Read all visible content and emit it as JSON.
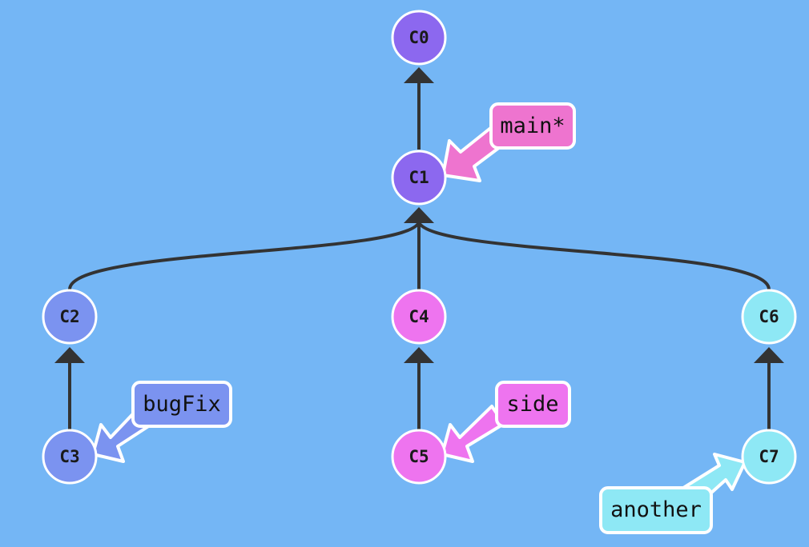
{
  "commits": [
    {
      "id": "C0",
      "label": "C0",
      "color": "#8c68ef"
    },
    {
      "id": "C1",
      "label": "C1",
      "color": "#8c68ef"
    },
    {
      "id": "C2",
      "label": "C2",
      "color": "#7b93f0"
    },
    {
      "id": "C3",
      "label": "C3",
      "color": "#7b93f0"
    },
    {
      "id": "C4",
      "label": "C4",
      "color": "#ee74ef"
    },
    {
      "id": "C5",
      "label": "C5",
      "color": "#ee74ef"
    },
    {
      "id": "C6",
      "label": "C6",
      "color": "#8ee8f5"
    },
    {
      "id": "C7",
      "label": "C7",
      "color": "#8ee8f5"
    }
  ],
  "edges": [
    {
      "from": "C1",
      "to": "C0"
    },
    {
      "from": "C2",
      "to": "C1"
    },
    {
      "from": "C4",
      "to": "C1"
    },
    {
      "from": "C6",
      "to": "C1"
    },
    {
      "from": "C3",
      "to": "C2"
    },
    {
      "from": "C5",
      "to": "C4"
    },
    {
      "from": "C7",
      "to": "C6"
    }
  ],
  "branches": [
    {
      "name": "main*",
      "target": "C1",
      "color": "#ee74cf"
    },
    {
      "name": "bugFix",
      "target": "C3",
      "color": "#7b93f0"
    },
    {
      "name": "side",
      "target": "C5",
      "color": "#ee74ef"
    },
    {
      "name": "another",
      "target": "C7",
      "color": "#8ee8f5"
    }
  ]
}
